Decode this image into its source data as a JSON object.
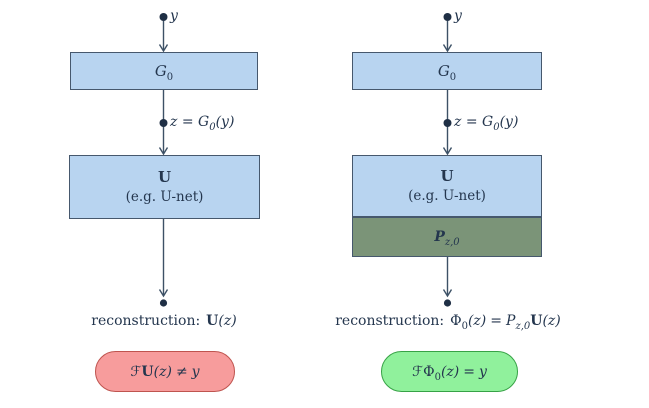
{
  "colors": {
    "background": "#ffffff",
    "box_fill_blue": "#b8d4f0",
    "box_fill_green": "#7b9478",
    "box_border": "#46586d",
    "wire": "#3d5166",
    "node_dot": "#1f2f45",
    "text": "#24364e",
    "pill_red_fill": "#f79c9c",
    "pill_red_border": "#bf544f",
    "pill_green_fill": "#90f19c",
    "pill_green_border": "#37a246"
  },
  "left": {
    "y_label": "y",
    "g0_box": {
      "cal": "G",
      "sub": "0"
    },
    "z_label": {
      "pre": "z = ",
      "cal": "G",
      "sub": "0",
      "post": "(y)"
    },
    "u_box": {
      "title": "U",
      "subtitle": "(e.g. U-net)"
    },
    "reconstruction": {
      "label": "reconstruction:",
      "u": "U",
      "arg": "(z)"
    },
    "pill": {
      "f": "ℱ",
      "u": "U",
      "arg": "(z)",
      "op": "≠",
      "y": "y"
    }
  },
  "right": {
    "y_label": "y",
    "g0_box": {
      "cal": "G",
      "sub": "0"
    },
    "z_label": {
      "pre": "z = ",
      "cal": "G",
      "sub": "0",
      "post": "(y)"
    },
    "u_box": {
      "title": "U",
      "subtitle": "(e.g. U-net)"
    },
    "p_box": {
      "cal": "P",
      "sub": "z,0"
    },
    "reconstruction": {
      "label": "reconstruction:",
      "phi": "Φ",
      "phi_sub": "0",
      "arg1": "(z)",
      "eq": "=",
      "cal": "P",
      "cal_sub": "z,0",
      "u": "U",
      "arg2": "(z)"
    },
    "pill": {
      "f": "ℱ",
      "phi": "Φ",
      "sub": "0",
      "arg": "(z)",
      "op": "=",
      "y": "y"
    }
  }
}
